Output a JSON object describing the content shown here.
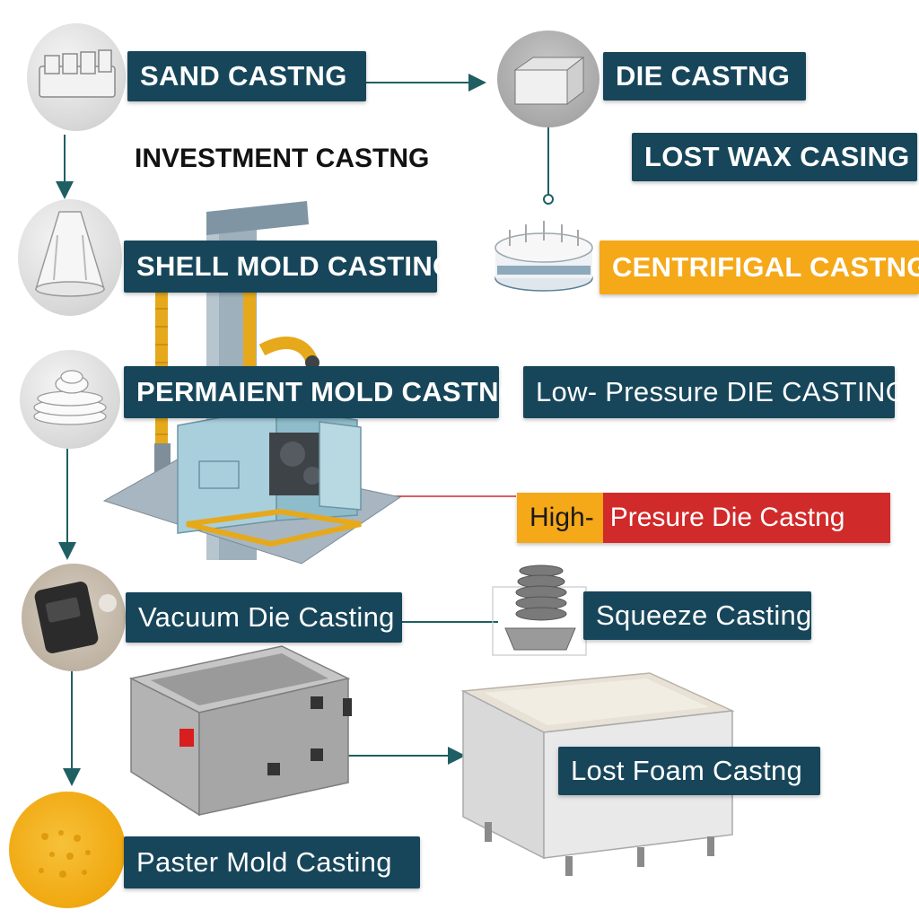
{
  "labels": {
    "sand_casting": "SAND CASTNG",
    "investment_casting": "INVESTMENT CASTNG",
    "shell_mold_casting": "SHELL MOLD CASTING",
    "permanent_mold_casting": "PERMAIENT MOLD CASTNG",
    "vacuum_die_casting": "Vacuum Die Casting",
    "plaster_mold_casting": "Paster Mold Casting",
    "die_casting": "DIE CASTNG",
    "lost_wax_casting": "LOST WAX CASING",
    "centrifugal_casting": "CENTRIFIGAL CASTNG",
    "low_pressure_die_casting": "Low- Pressure DIE CASTING",
    "high_pressure_part_a": "High-",
    "high_pressure_part_b": "Presure Die Castng",
    "squeeze_casting": "Squeeze Casting",
    "lost_foam_casting": "Lost Foam Castng"
  },
  "colors": {
    "label_bg": "#17465a",
    "accent_yellow": "#f5a818",
    "accent_red": "#d12a2a",
    "connector": "#1f5f64"
  },
  "icons": [
    "sand-mold-icon",
    "shell-mold-cone-icon",
    "permanent-mold-plates-icon",
    "vacuum-die-device-icon",
    "plaster-sponge-icon",
    "die-block-icon",
    "centrifugal-drum-icon",
    "squeeze-coil-icon",
    "casting-machine-illustration",
    "mold-box-illustration",
    "lost-foam-tank-illustration"
  ]
}
